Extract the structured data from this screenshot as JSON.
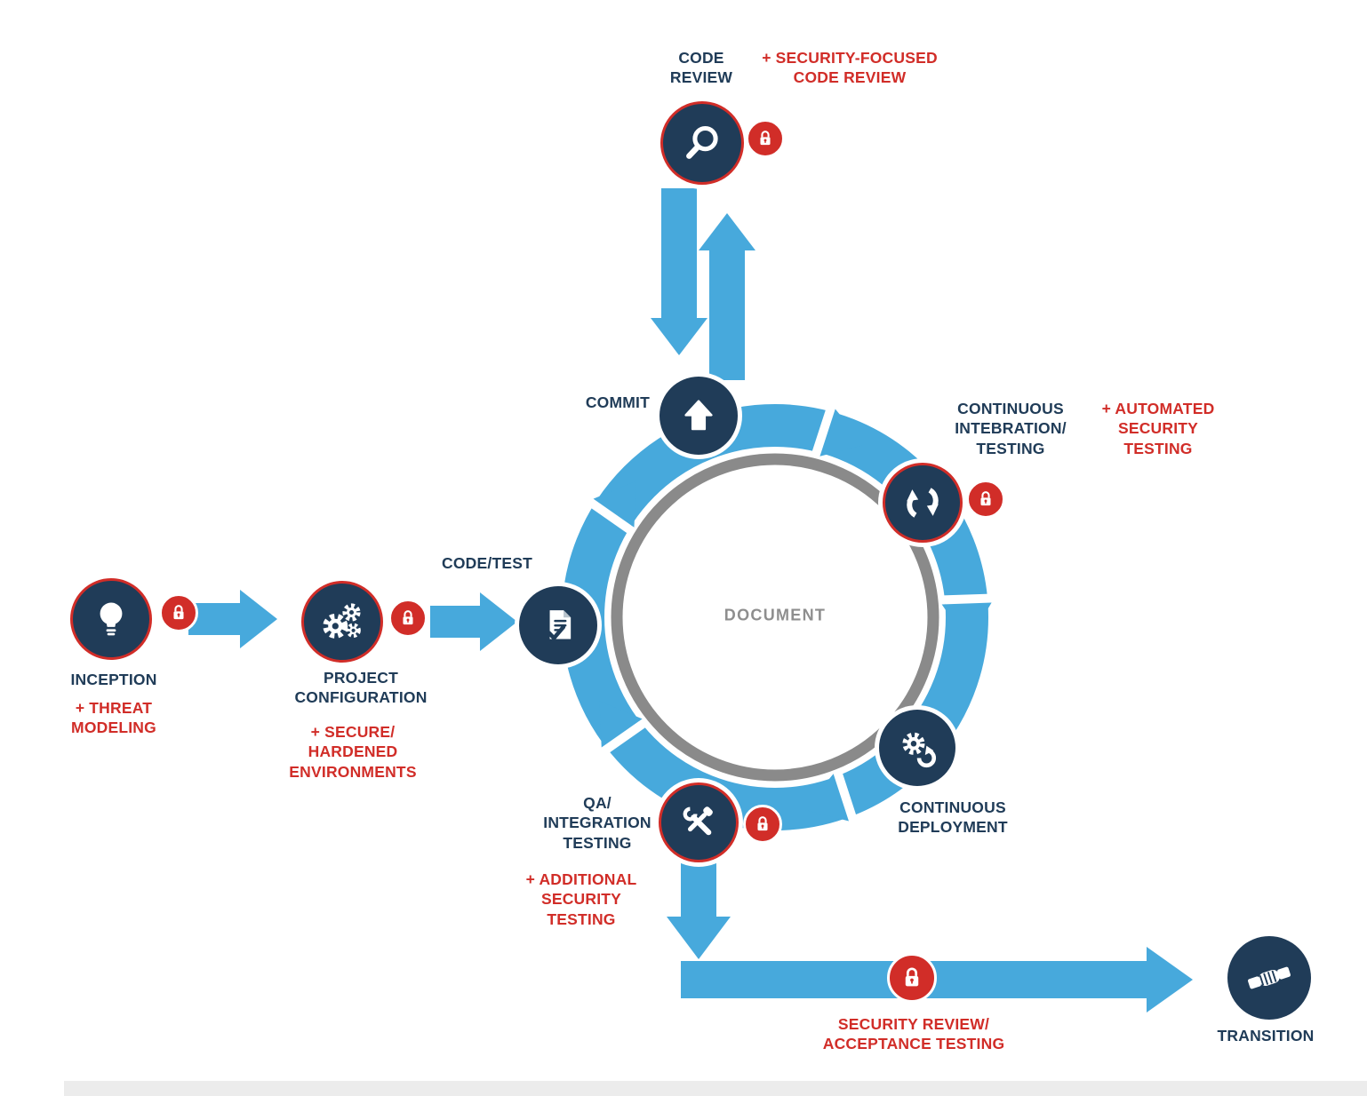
{
  "colors": {
    "navy": "#203c58",
    "red": "#d12d28",
    "blue": "#47a9dc",
    "gray_ring": "#8a8a8a",
    "gray_text": "#8e8e8e"
  },
  "center": {
    "label": "DOCUMENT"
  },
  "nodes": {
    "inception": {
      "label": "INCEPTION",
      "note": "+ THREAT\nMODELING",
      "icon": "lightbulb-icon",
      "lock": true
    },
    "project_configuration": {
      "label": "PROJECT\nCONFIGURATION",
      "note": "+ SECURE/\nHARDENED\nENVIRONMENTS",
      "icon": "gears-icon",
      "lock": true
    },
    "code_test": {
      "label": "CODE/TEST",
      "icon": "document-check-icon",
      "lock": false
    },
    "commit": {
      "label": "COMMIT",
      "icon": "up-arrow-icon",
      "lock": false
    },
    "code_review": {
      "label": "CODE\nREVIEW",
      "note": "+ SECURITY-FOCUSED\nCODE REVIEW",
      "icon": "magnifier-icon",
      "lock": true
    },
    "continuous_integration": {
      "label": "CONTINUOUS\nINTEBRATION/\nTESTING",
      "note": "+ AUTOMATED\nSECURITY\nTESTING",
      "icon": "sync-arrows-icon",
      "lock": true
    },
    "continuous_deployment": {
      "label": "CONTINUOUS\nDEPLOYMENT",
      "icon": "gear-refresh-icon",
      "lock": false
    },
    "qa_integration_testing": {
      "label": "QA/\nINTEGRATION\nTESTING",
      "note": "+ ADDITIONAL\nSECURITY\nTESTING",
      "icon": "tools-icon",
      "lock": true
    },
    "security_review": {
      "note": "SECURITY REVIEW/\nACCEPTANCE TESTING",
      "icon": "lock-icon",
      "lock": true
    },
    "transition": {
      "label": "TRANSITION",
      "icon": "handshake-icon",
      "lock": false
    }
  }
}
